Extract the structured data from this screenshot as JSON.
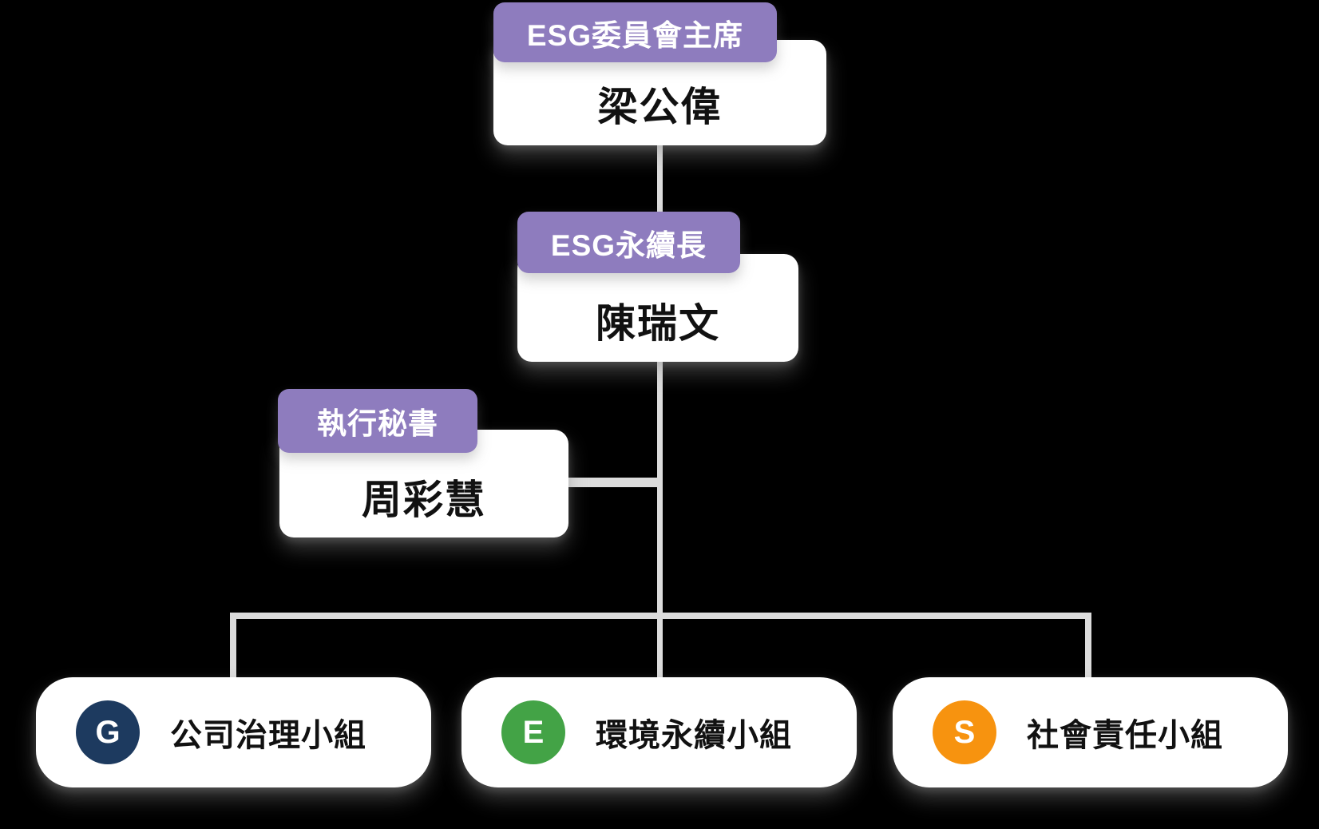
{
  "background": "#000000",
  "colors": {
    "badge_purple": "#8E7CBE",
    "connector_gray": "#DCDCDC",
    "card_white": "#FFFFFF",
    "text_dark": "#111111"
  },
  "org_chart": {
    "nodes": [
      {
        "id": "chairman",
        "role": "ESG委員會主席",
        "name": "梁公偉"
      },
      {
        "id": "sustainability-officer",
        "role": "ESG永續長",
        "name": "陳瑞文"
      },
      {
        "id": "executive-secretary",
        "role": "執行秘書",
        "name": "周彩慧"
      }
    ],
    "teams": [
      {
        "id": "governance",
        "letter": "G",
        "label": "公司治理小組",
        "color": "#1D3A5F"
      },
      {
        "id": "environment",
        "letter": "E",
        "label": "環境永續小組",
        "color": "#43A346"
      },
      {
        "id": "social",
        "letter": "S",
        "label": "社會責任小組",
        "color": "#F7930F"
      }
    ]
  }
}
